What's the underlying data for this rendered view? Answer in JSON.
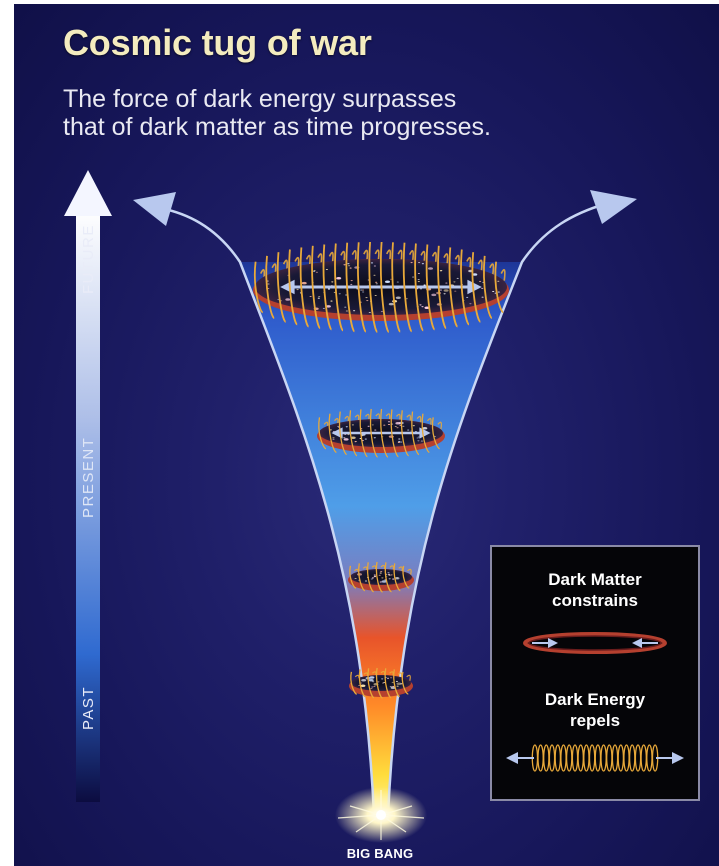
{
  "title": "Cosmic tug of war",
  "subtitle_lines": [
    "The force of dark energy surpasses",
    "that of dark matter as time progresses."
  ],
  "timeline": {
    "labels": {
      "future": "FUTURE",
      "present": "PRESENT",
      "past": "PAST"
    }
  },
  "origin_label": "BIG BANG",
  "legend": {
    "dark_matter": {
      "title": "Dark Matter",
      "description": "constrains"
    },
    "dark_energy": {
      "title": "Dark Energy",
      "description": "repels"
    }
  },
  "colors": {
    "background": "#1c1c64",
    "title": "#f4ecbf",
    "ring": "#b5402f",
    "spring": "#e8a93a",
    "arrow": "#b8c8ee",
    "funnel_top": "#3a6fd6",
    "funnel_bottom": "#fff27a"
  }
}
